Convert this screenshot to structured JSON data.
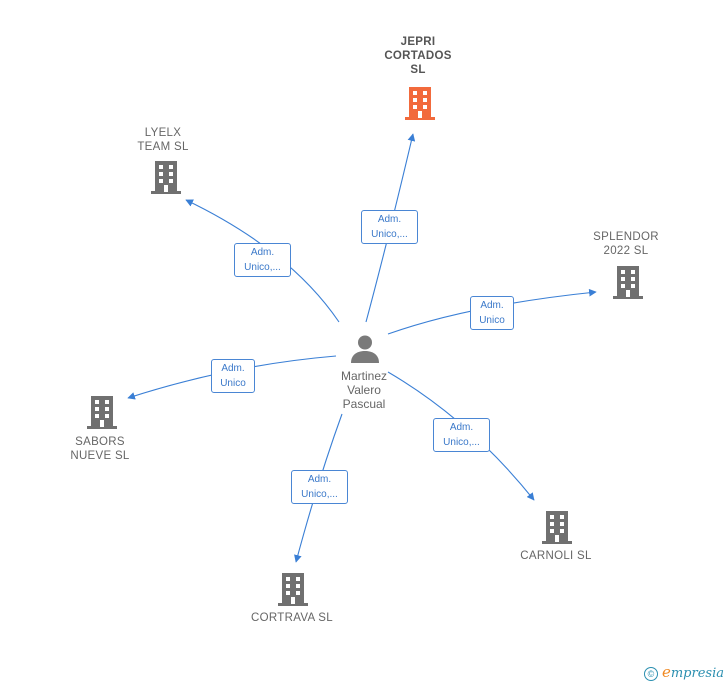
{
  "diagram": {
    "center": {
      "label_lines": [
        "Martinez",
        "Valero",
        "Pascual"
      ],
      "icon": "person-icon"
    },
    "companies": [
      {
        "id": "jepri",
        "label_lines": [
          "JEPRI",
          "CORTADOS",
          "SL"
        ],
        "main": true,
        "color": "#f26a3c"
      },
      {
        "id": "lyelx",
        "label_lines": [
          "LYELX",
          "TEAM  SL"
        ],
        "main": false,
        "color": "#707070"
      },
      {
        "id": "splendor",
        "label_lines": [
          "SPLENDOR",
          "2022  SL"
        ],
        "main": false,
        "color": "#707070"
      },
      {
        "id": "sabors",
        "label_lines": [
          "SABORS",
          "NUEVE SL"
        ],
        "main": false,
        "color": "#707070"
      },
      {
        "id": "carnoli",
        "label_lines": [
          "CARNOLI SL"
        ],
        "main": false,
        "color": "#707070"
      },
      {
        "id": "cortrava",
        "label_lines": [
          "CORTRAVA  SL"
        ],
        "main": false,
        "color": "#707070"
      }
    ],
    "edges": [
      {
        "to": "jepri",
        "label_lines": [
          "Adm.",
          "Unico,..."
        ]
      },
      {
        "to": "lyelx",
        "label_lines": [
          "Adm.",
          "Unico,..."
        ]
      },
      {
        "to": "splendor",
        "label_lines": [
          "Adm.",
          "Unico"
        ]
      },
      {
        "to": "sabors",
        "label_lines": [
          "Adm.",
          "Unico"
        ]
      },
      {
        "to": "carnoli",
        "label_lines": [
          "Adm.",
          "Unico,..."
        ]
      },
      {
        "to": "cortrava",
        "label_lines": [
          "Adm.",
          "Unico,..."
        ]
      }
    ],
    "edge_color": "#3a7fd5"
  },
  "footer": {
    "copyright_symbol": "©",
    "brand_first": "e",
    "brand_rest": "mpresia"
  }
}
